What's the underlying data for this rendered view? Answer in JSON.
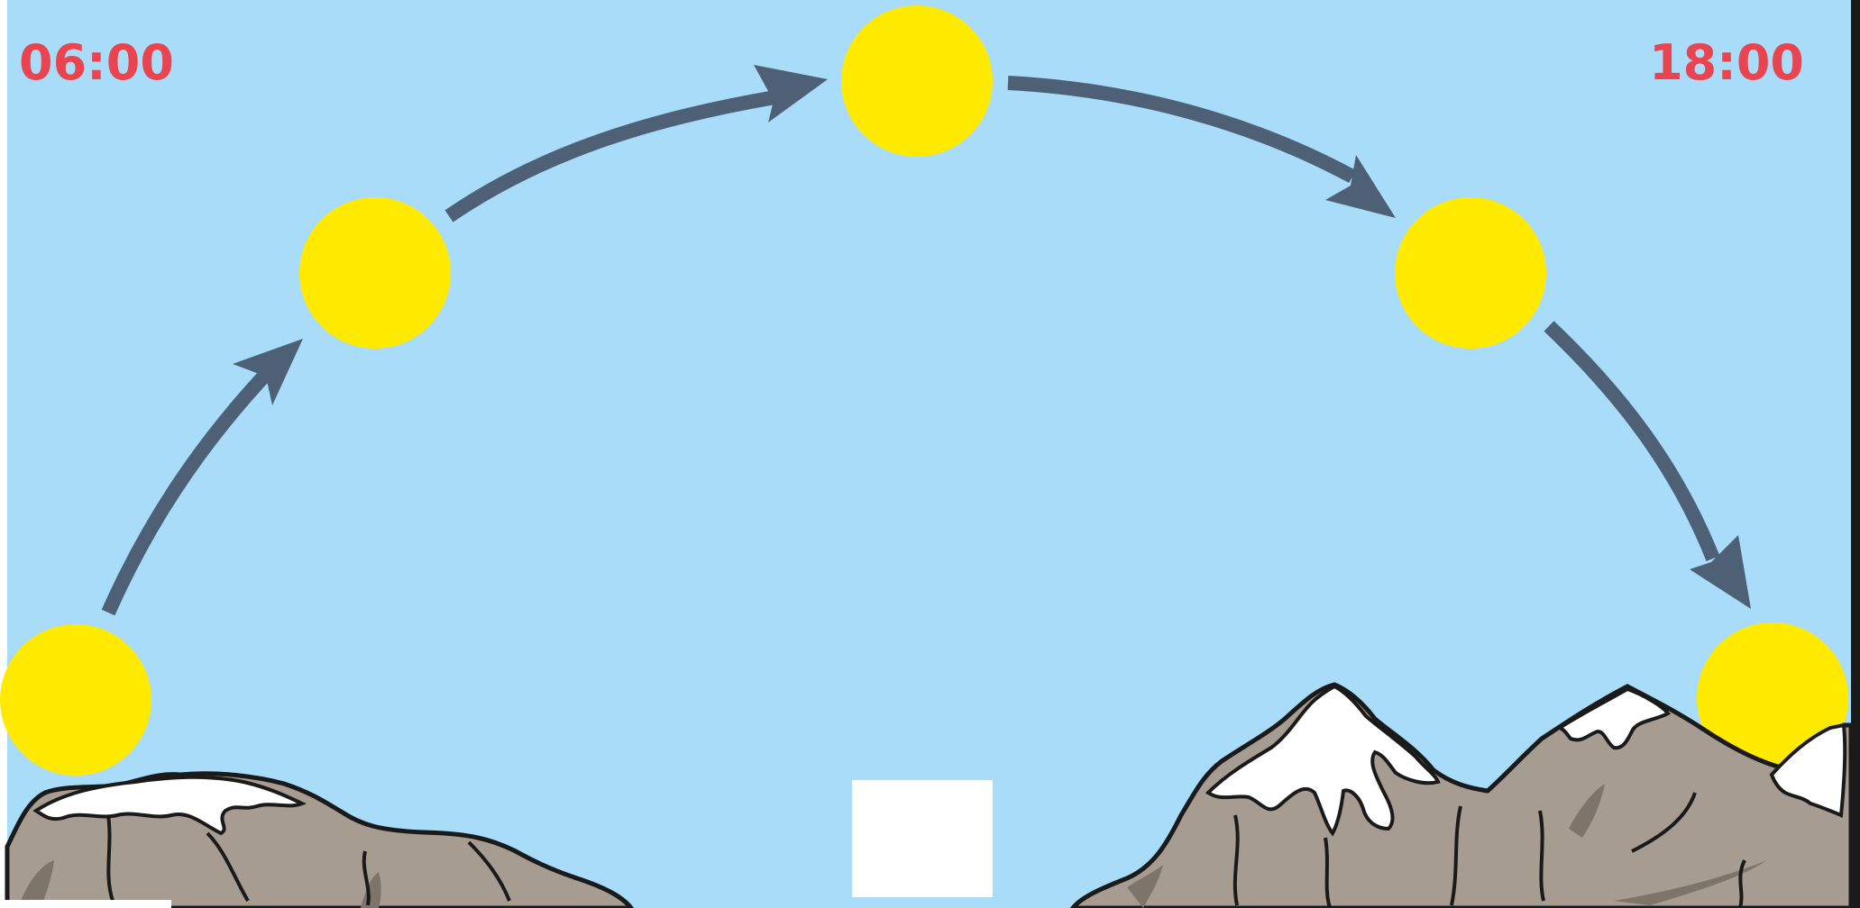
{
  "labels": {
    "start_time": "06:00",
    "end_time": "18:00"
  },
  "colors": {
    "sky": "#a9dcf8",
    "sun": "#ffea00",
    "arrow": "#4d6075",
    "label": "#e84550",
    "rock": "#a69c91",
    "rock_shadow": "#7d756c",
    "snow": "#ffffff",
    "outline": "#1a1a1a",
    "placeholder": "#ffffff"
  },
  "suns": [
    {
      "id": "sun-sunrise"
    },
    {
      "id": "sun-morning"
    },
    {
      "id": "sun-noon"
    },
    {
      "id": "sun-afternoon"
    },
    {
      "id": "sun-sunset"
    }
  ],
  "arrows": [
    {
      "id": "sunrise-to-morning"
    },
    {
      "id": "morning-to-noon"
    },
    {
      "id": "noon-to-afternoon"
    },
    {
      "id": "afternoon-to-sunset"
    }
  ],
  "mountains": [
    {
      "id": "left-mountain-range"
    },
    {
      "id": "right-mountain-range"
    }
  ],
  "answer_box": {
    "text": ""
  }
}
